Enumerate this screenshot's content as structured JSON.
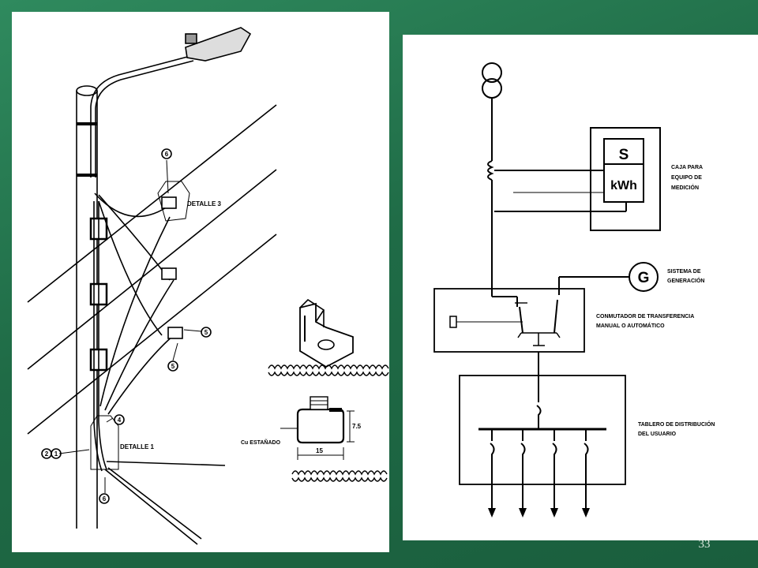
{
  "slide": {
    "page_number": "33",
    "background_color": "#1f6b46"
  },
  "left_drawing": {
    "callouts": {
      "top": "6",
      "right_upper": "5",
      "right_lower": "5",
      "pole_upper": "4",
      "pole_left_1": "2",
      "pole_left_2": "1",
      "bottom": "6"
    },
    "detail_upper": "DETALLE 3",
    "detail_lower": "DETALLE 1",
    "dim_height": "7.5",
    "dim_width": "15",
    "material_label": "Cu ESTAÑADO"
  },
  "right_drawing": {
    "meter_s": "S",
    "meter_kwh": "kWh",
    "meter_label_lines": [
      "CAJA PARA",
      "EQUIPO DE",
      "MEDICIÓN"
    ],
    "generator_symbol": "G",
    "generator_label_lines": [
      "SISTEMA DE",
      "GENERACIÓN"
    ],
    "switch_label_lines": [
      "CONMUTADOR DE TRANSFERENCIA",
      "MANUAL O AUTOMÁTICO"
    ],
    "board_label_lines": [
      "TABLERO DE DISTRIBUCIÓN",
      "DEL USUARIO"
    ]
  }
}
